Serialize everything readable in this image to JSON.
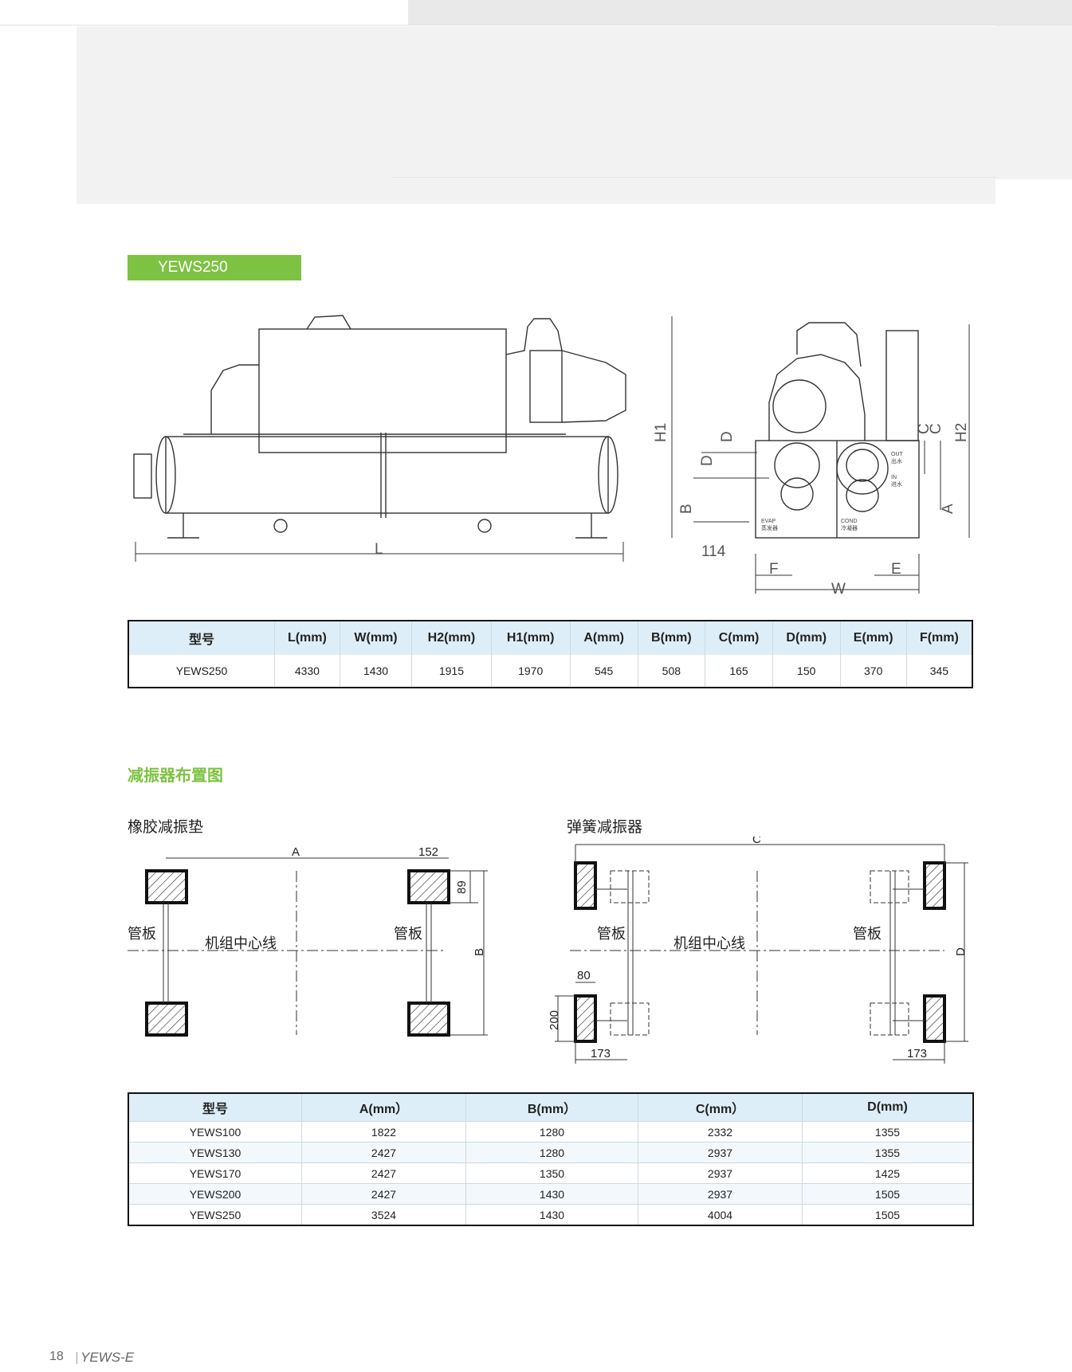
{
  "model_tag": "YEWS250",
  "dimension_table": {
    "headers": [
      "型号",
      "L(mm)",
      "W(mm)",
      "H2(mm)",
      "H1(mm)",
      "A(mm)",
      "B(mm)",
      "C(mm)",
      "D(mm)",
      "E(mm)",
      "F(mm)"
    ],
    "row": [
      "YEWS250",
      "4330",
      "1430",
      "1915",
      "1970",
      "545",
      "508",
      "165",
      "150",
      "370",
      "345"
    ]
  },
  "drawing_labels": {
    "L": "L",
    "H1": "H1",
    "H2": "H2",
    "A": "A",
    "B": "B",
    "C": "C",
    "D": "D",
    "E": "E",
    "F": "F",
    "W": "W",
    "dim_114": "114",
    "evap_en": "EVAP",
    "evap_cn": "蒸发器",
    "cond_en": "COND",
    "cond_cn": "冷凝器",
    "out_en": "OUT",
    "out_cn": "出水",
    "in_en": "IN",
    "in_cn": "进水"
  },
  "isolator_section": {
    "title": "减振器布置图",
    "rubber": {
      "title": "橡胶减振垫",
      "label_A": "A",
      "label_B": "B",
      "dim_152": "152",
      "dim_89": "89",
      "tube_sheet": "管板",
      "center_line": "机组中心线"
    },
    "spring": {
      "title": "弹簧减振器",
      "label_C": "C",
      "label_D": "D",
      "dim_80": "80",
      "dim_200": "200",
      "dim_173": "173",
      "tube_sheet": "管板",
      "center_line": "机组中心线"
    }
  },
  "isolator_table": {
    "headers": [
      "型号",
      "A(mm）",
      "B(mm）",
      "C(mm）",
      "D(mm)"
    ],
    "rows": [
      [
        "YEWS100",
        "1822",
        "1280",
        "2332",
        "1355"
      ],
      [
        "YEWS130",
        "2427",
        "1280",
        "2937",
        "1355"
      ],
      [
        "YEWS170",
        "2427",
        "1350",
        "2937",
        "1425"
      ],
      [
        "YEWS200",
        "2427",
        "1430",
        "2937",
        "1505"
      ],
      [
        "YEWS250",
        "3524",
        "1430",
        "4004",
        "1505"
      ]
    ]
  },
  "footer": {
    "page": "18",
    "title": "YEWS-E"
  }
}
